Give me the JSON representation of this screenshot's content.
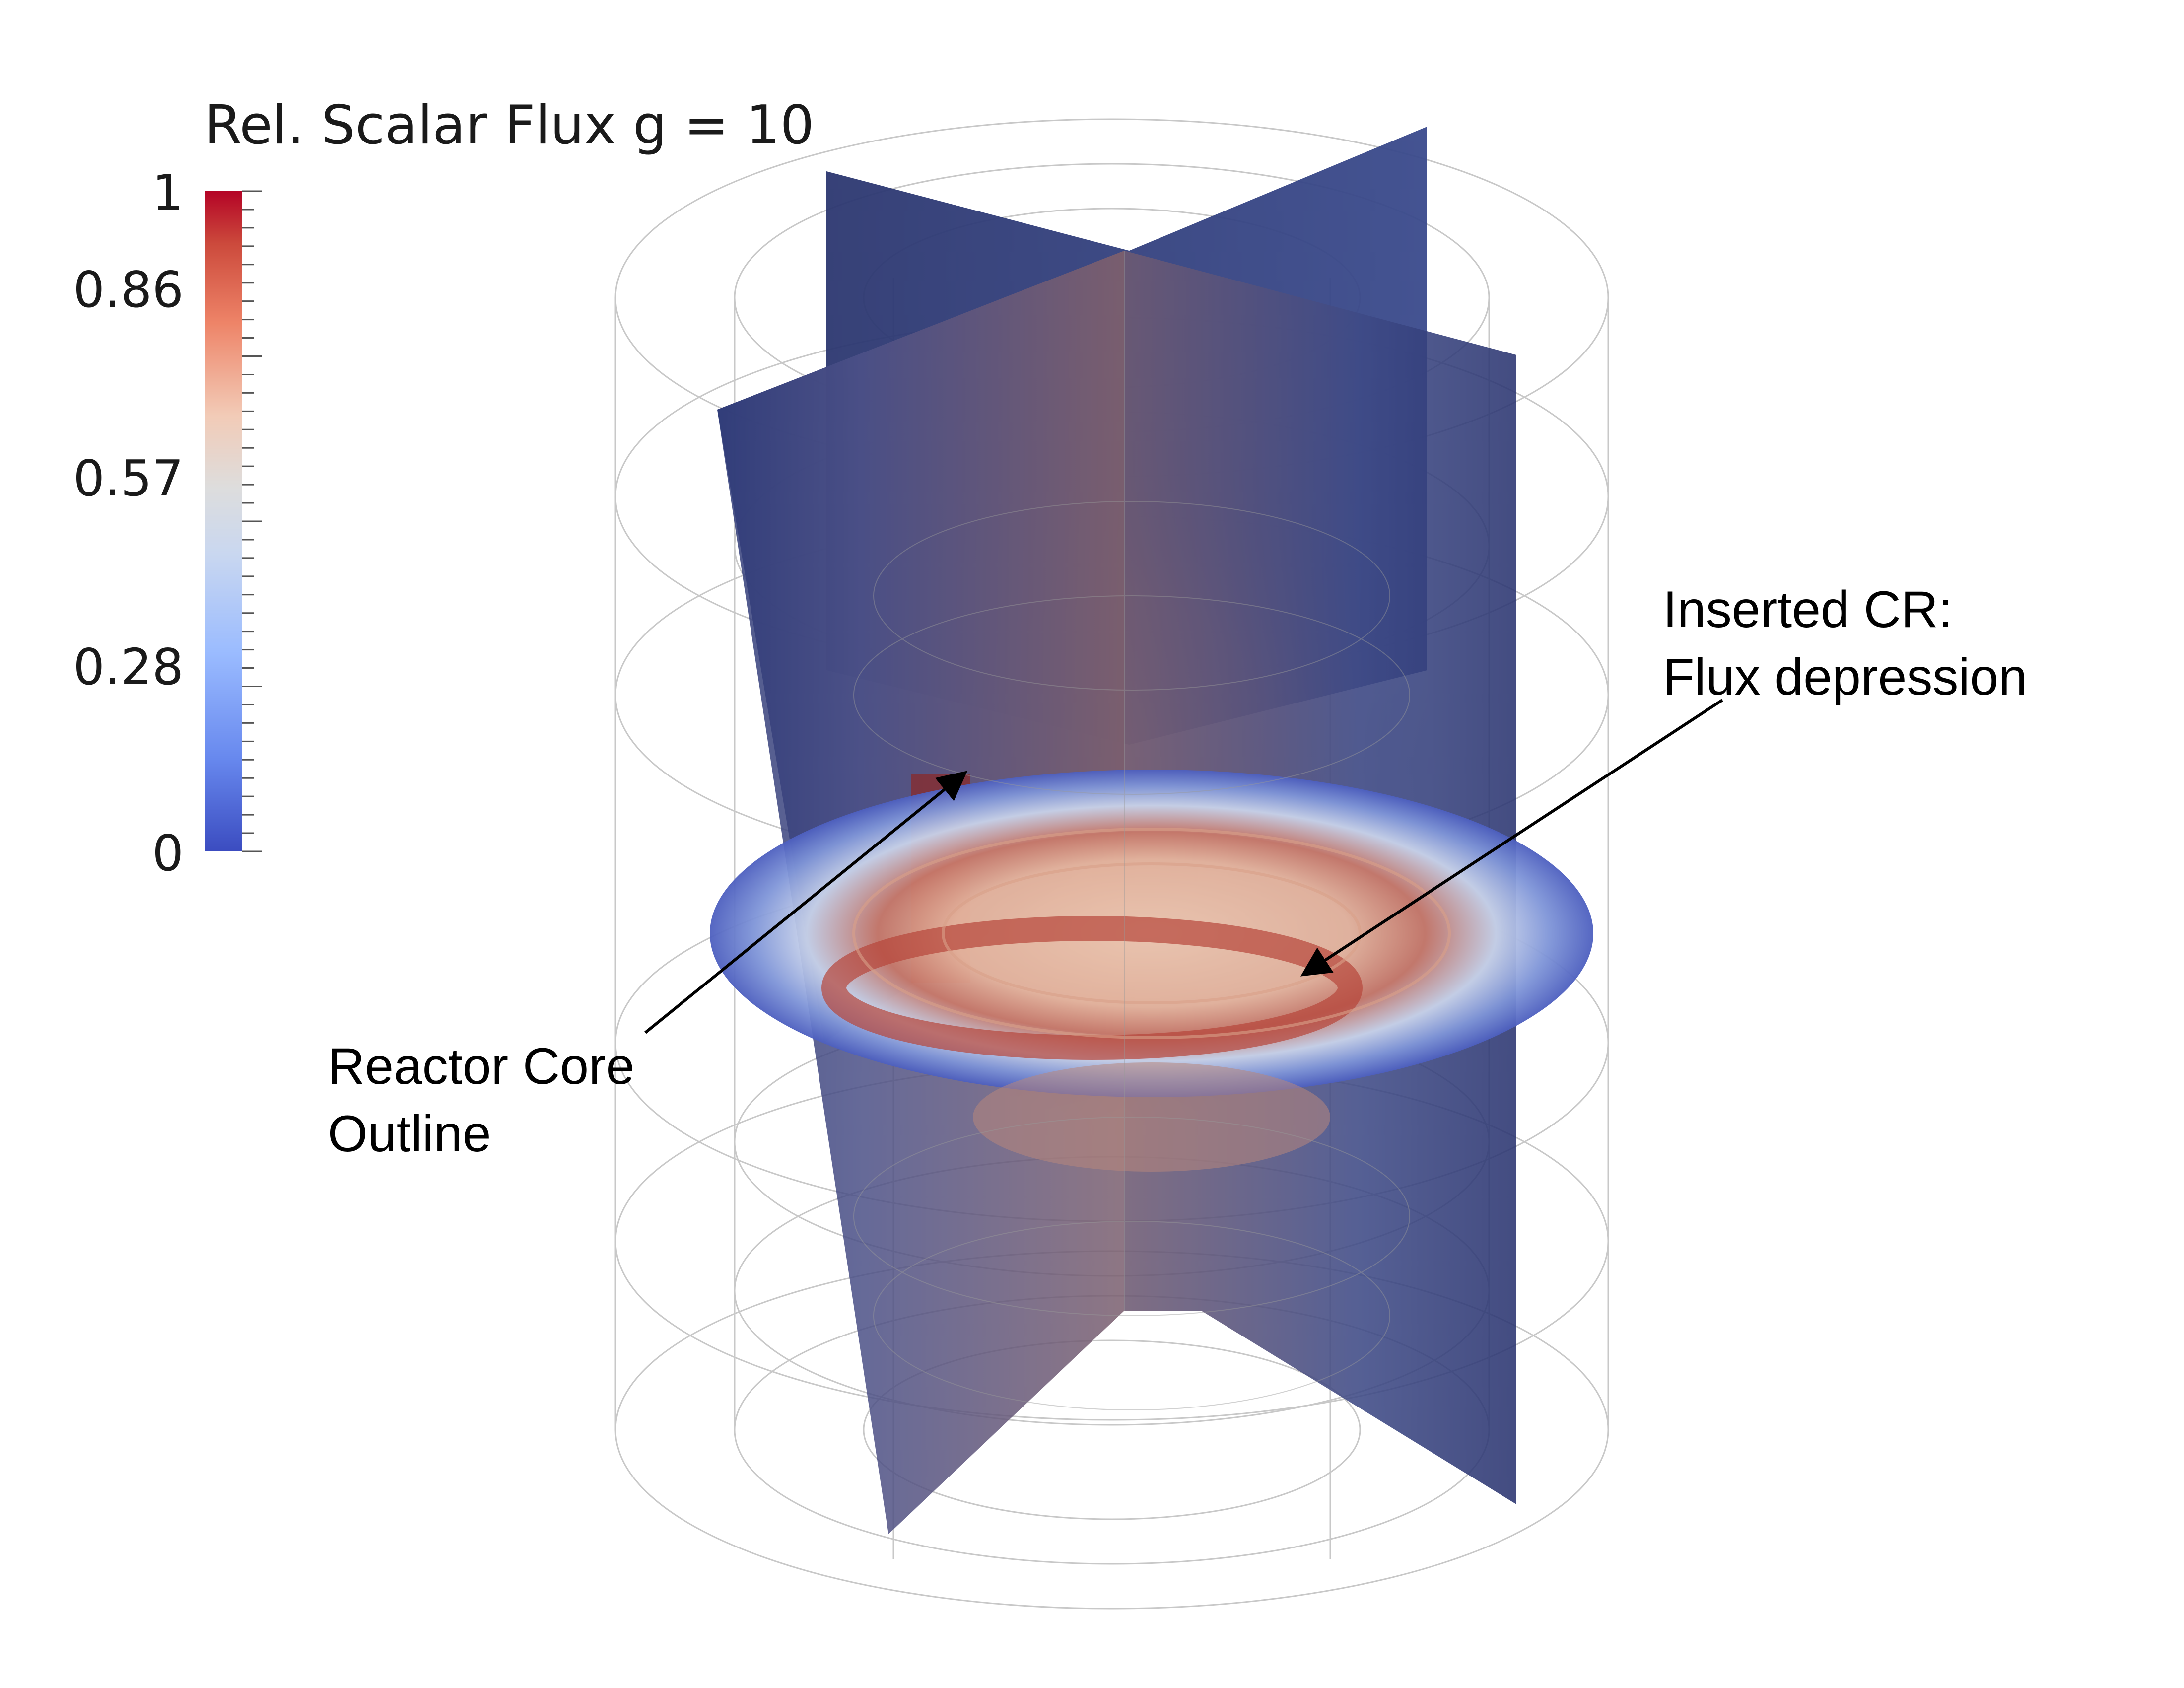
{
  "legend": {
    "title": "Rel. Scalar Flux g = 10",
    "ticks": [
      "1",
      "0.86",
      "0.57",
      "0.28",
      "0"
    ],
    "colormap": [
      "#3b4cc0",
      "#6788ee",
      "#9abbff",
      "#c9d7f0",
      "#dddddd",
      "#f2cbb7",
      "#ee8468",
      "#cc4a3c",
      "#b40426"
    ]
  },
  "annotations": {
    "reactor_core": {
      "line1": "Reactor Core",
      "line2": "Outline"
    },
    "control_rod": {
      "line1": "Inserted CR:",
      "line2": "Flux depression"
    }
  },
  "colors": {
    "low_flux": "#2e3a72",
    "high_flux": "#b03a2e",
    "mesh": "#c8c8c8"
  }
}
